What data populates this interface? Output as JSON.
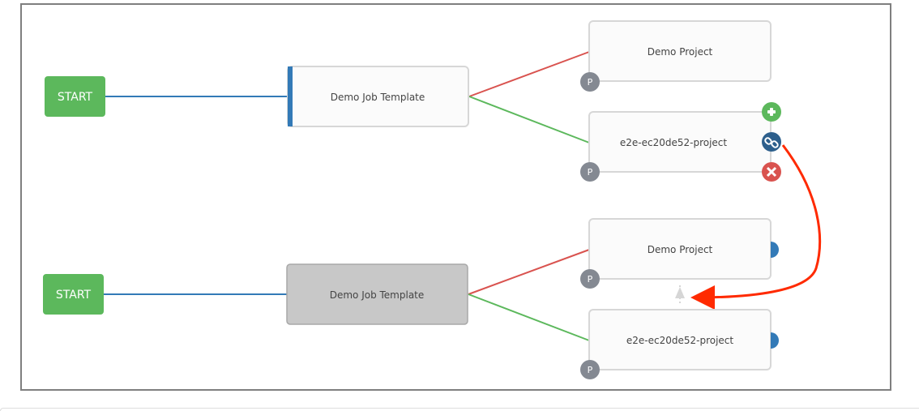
{
  "workflow": {
    "top": {
      "start_label": "START",
      "template_label": "Demo Job Template",
      "project_a_label": "Demo Project",
      "project_b_label": "e2e-ec20de52-project",
      "badge_a": "P",
      "badge_b": "P"
    },
    "bottom": {
      "start_label": "START",
      "template_label": "Demo Job Template",
      "project_a_label": "Demo Project",
      "project_b_label": "e2e-ec20de52-project",
      "badge_a": "P",
      "badge_b": "P"
    },
    "actions": {
      "add": "add-icon",
      "link": "link-icon",
      "remove": "remove-icon"
    },
    "colors": {
      "start": "#5cb85c",
      "success": "#5cb85c",
      "failure": "#d9534f",
      "always": "#337ab7",
      "link_action": "#2d5f8c",
      "highlight_arrow": "#ff2a00",
      "badge": "#848992",
      "node_border": "#d7d7d7",
      "selected_node": "#c8c8c8"
    }
  }
}
